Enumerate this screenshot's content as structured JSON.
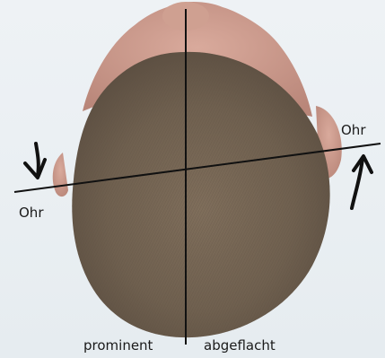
{
  "labels": {
    "ohr_left": "Ohr",
    "ohr_right": "Ohr",
    "prominent": "prominent",
    "abgeflacht": "abgeflacht"
  },
  "colors": {
    "background": "#e9eef2",
    "skin": "#c99a8c",
    "hair": "#7a6a58",
    "line": "#111111"
  }
}
